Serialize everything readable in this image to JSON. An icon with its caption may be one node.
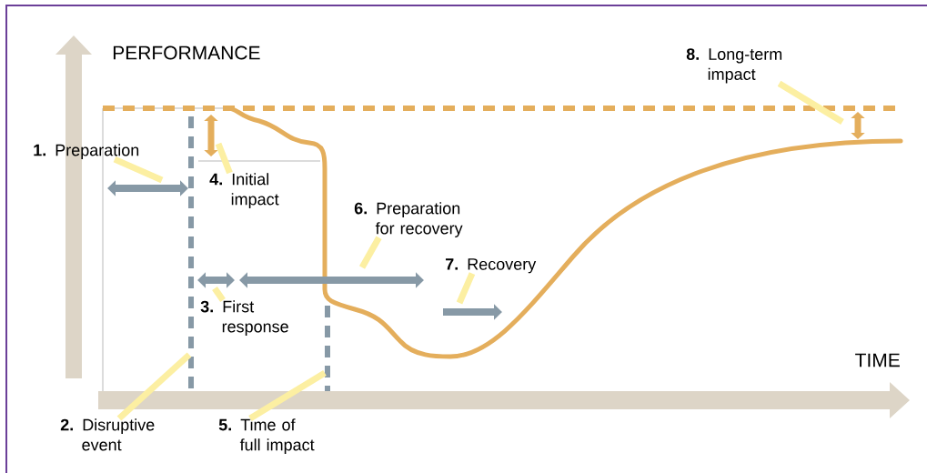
{
  "diagram": {
    "nodes": [
      {
        "text": [
          "**1.** Preparation"
        ]
      },
      {
        "text": [
          "**2.** Disruptive event"
        ]
      },
      {
        "text": [
          "**3.** First response"
        ]
      },
      {
        "text": [
          "**4.** Initial impact"
        ]
      },
      {
        "text": [
          "**5.** Time of full impact"
        ]
      },
      {
        "text": [
          "**6.** Preparation for recovery"
        ]
      },
      {
        "text": [
          "**7.** Recovery"
        ]
      },
      {
        "text": [
          "**8.** Long-term impact"
        ]
      }
    ],
    "edges": [
      {
        "from": 0,
        "to": null,
        "arrow": "none"
      },
      {
        "from": 1,
        "to": null,
        "arrow": "none"
      },
      {
        "from": 2,
        "to": null,
        "arrow": "none"
      },
      {
        "from": 3,
        "to": null,
        "arrow": "none"
      },
      {
        "from": 4,
        "to": null,
        "arrow": "none"
      },
      {
        "from": 5,
        "to": null,
        "arrow": "none"
      },
      {
        "from": 6,
        "to": null,
        "arrow": "none"
      },
      {
        "from": 7,
        "to": null,
        "arrow": "none"
      }
    ],
    "labels": [
      "PERFORMANCE",
      "TIME"
    ]
  }
}
